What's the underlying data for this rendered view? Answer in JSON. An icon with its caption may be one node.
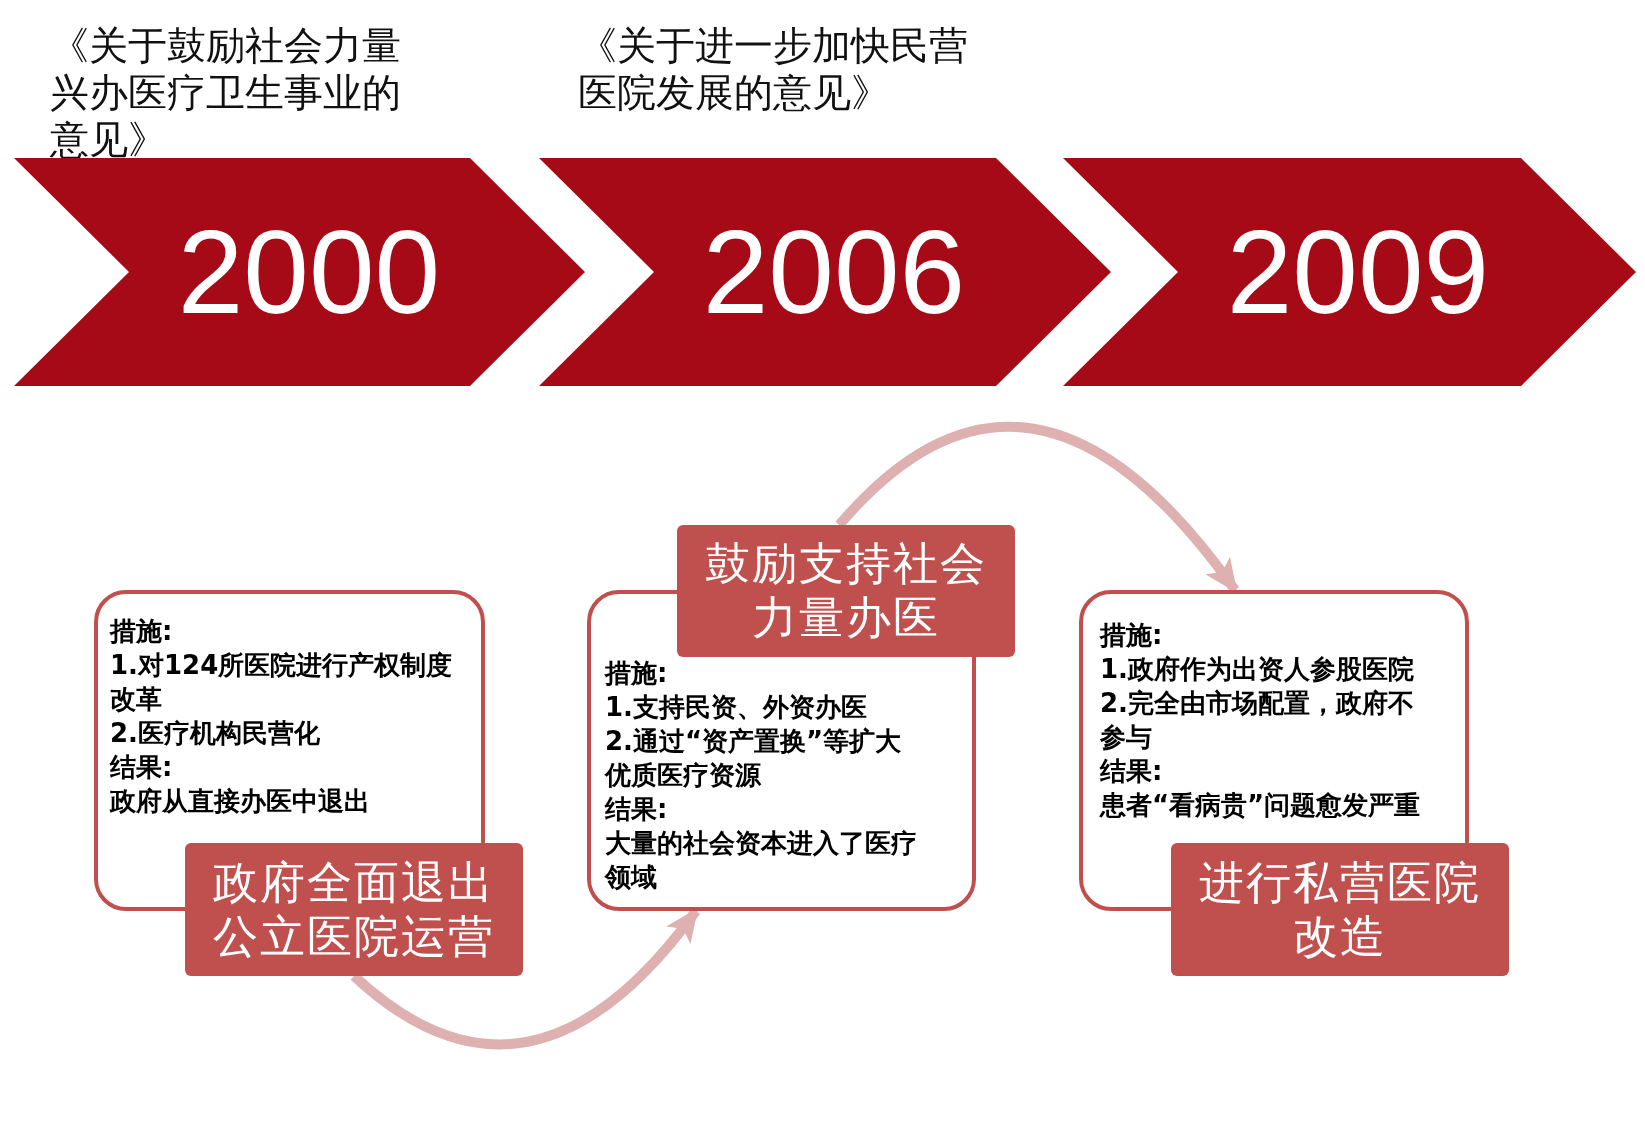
{
  "diagram": {
    "nodes": [
      {
        "text": [
          "2000"
        ],
        "beside": [
          "《关于鼓励社会力量兴办医疗卫生事业的意见》"
        ]
      },
      {
        "text": [
          "2006"
        ],
        "beside": [
          "《关于进一步加快民营医院发展的意见》"
        ]
      },
      {
        "text": [
          "2009"
        ]
      },
      {
        "text": [
          "措施:",
          "1.对124所医院进行产权制度改革",
          "2.医疗机构民营化",
          "结果:",
          "政府从直接办医中退出"
        ]
      },
      {
        "text": [
          "政府全面退出公立医院运营"
        ]
      },
      {
        "text": [
          "措施:",
          "1.支持民资、外资办医",
          "2.通过“资产置换”等扩大优质医疗资源",
          "结果:",
          "大量的社会资本进入了医疗领域"
        ]
      },
      {
        "text": [
          "鼓励支持社会力量办医"
        ]
      },
      {
        "text": [
          "措施:",
          "1.政府作为出资人参股医院",
          "2.完全由市场配置，政府不参与",
          "结果:",
          "患者“看病贵”问题愈发严重"
        ]
      },
      {
        "text": [
          "进行私营医院改造"
        ]
      }
    ],
    "edges": [
      {
        "from": 4,
        "to": 5,
        "arrow": "to"
      },
      {
        "from": 6,
        "to": 7,
        "arrow": "to"
      }
    ]
  }
}
